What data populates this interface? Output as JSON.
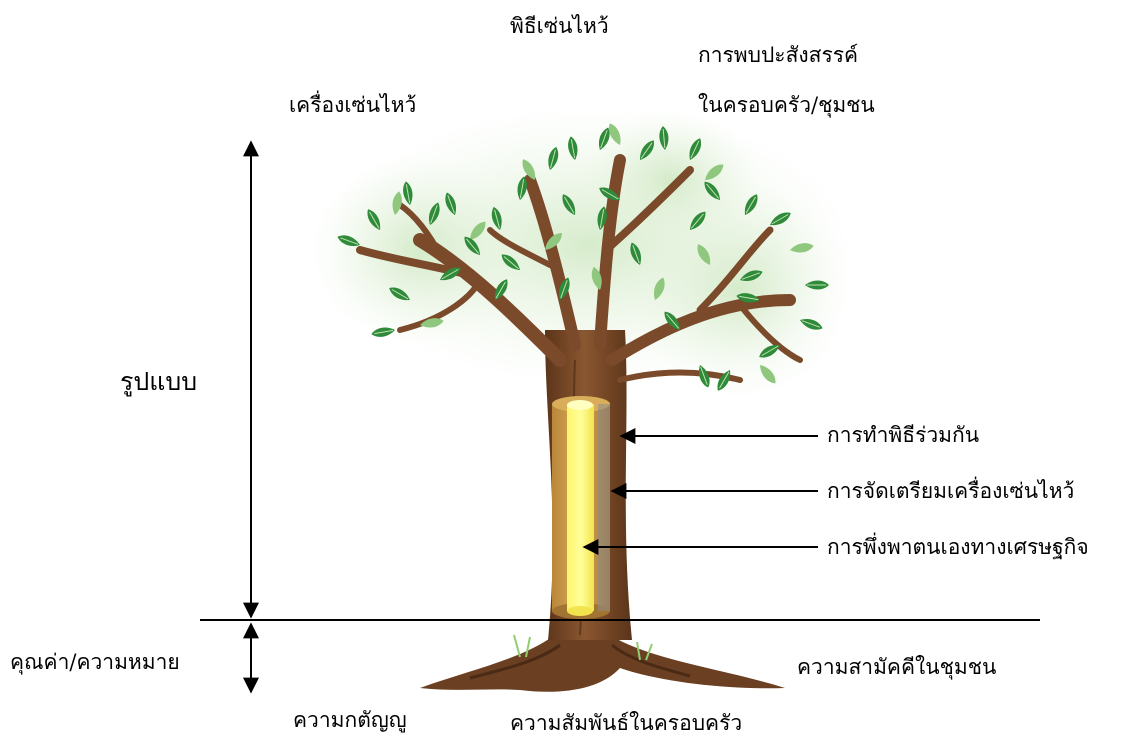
{
  "top_labels": {
    "ritual": "พิธีเซ่นไหว้",
    "reunion_line1": "การพบปะสังสรรค์",
    "reunion_line2": "ในครอบครัว/ชุมชน",
    "offerings": "เครื่องเซ่นไหว้"
  },
  "left_labels": {
    "form": "รูปแบบ",
    "value": "คุณค่า/ความหมาย"
  },
  "trunk_labels": {
    "joint_ceremony": "การทำพิธีร่วมกัน",
    "preparing_offerings": "การจัดเตรียมเครื่องเซ่นไหว้",
    "self_reliance": "การพึ่งพาตนเองทางเศรษฐกิจ"
  },
  "root_labels": {
    "gratitude": "ความกตัญญู",
    "family_relations": "ความสัมพันธ์ในครอบครัว",
    "community_unity": "ความสามัคคีในชุมชน"
  },
  "colors": {
    "trunk": "#7a4a2a",
    "trunk_dark": "#5b3419",
    "leaf_dark": "#2f8a3a",
    "leaf_light": "#a7d39a",
    "foliage_haze": "#cfe8c2",
    "pillar_outer": "#c99a45",
    "pillar_inner": "#fff86a"
  },
  "icons": [
    "tree-illustration",
    "pillar-cylinder",
    "arrow-icon"
  ]
}
